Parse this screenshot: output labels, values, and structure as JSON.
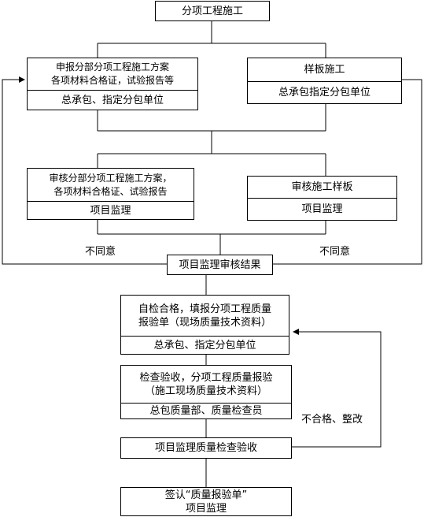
{
  "flowchart": {
    "start": {
      "title": "分项工程施工"
    },
    "submit_plan": {
      "line1": "申报分部分项工程施工方案",
      "line2": "各项材料合格证，试验报告等",
      "party": "总承包、指定分包单位"
    },
    "sample_construction": {
      "title": "样板施工",
      "party": "总承包指定分包单位"
    },
    "review_plan": {
      "line1": "审核分部分项工程施工方案，",
      "line2": "各项材料合格证、试验报告",
      "party": "项目监理"
    },
    "review_sample": {
      "title": "审核施工样板",
      "party": "项目监理"
    },
    "disagree_left": "不同意",
    "disagree_right": "不同意",
    "review_result": {
      "title": "项目监理审核结果"
    },
    "self_check": {
      "line1": "自检合格，填报分项工程质量",
      "line2": "报验单（现场质量技术资料）",
      "party": "总承包、指定分包单位"
    },
    "inspection": {
      "line1": "检查验收，分项工程质量报验",
      "line2": "（施工现场质量技术资料）",
      "party": "总包质量部、质量检查员"
    },
    "rework_label": "不合格、整改",
    "supervisor_inspection": {
      "title": "项目监理质量检查验收"
    },
    "sign_off": {
      "line1": "签认“质量报验单”",
      "line2": "项目监理"
    }
  }
}
